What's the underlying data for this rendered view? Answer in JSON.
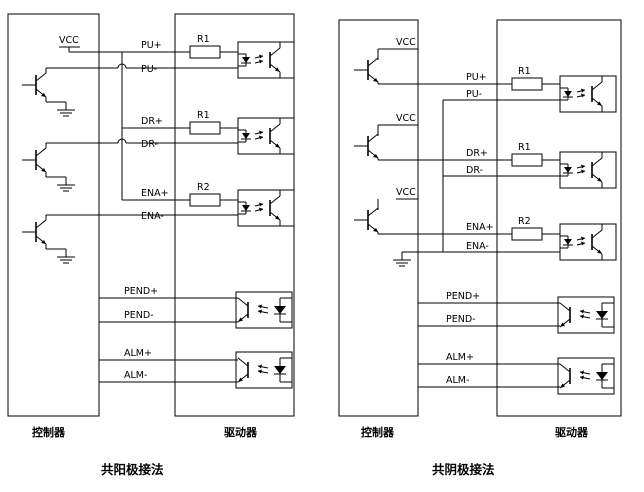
{
  "left_diagram": {
    "title": "共阳极接法",
    "controller_label": "控制器",
    "driver_label": "驱动器",
    "vcc": "VCC",
    "signals": [
      "PU+",
      "PU-",
      "DR+",
      "DR-",
      "ENA+",
      "ENA-",
      "PEND+",
      "PEND-",
      "ALM+",
      "ALM-"
    ],
    "resistors": [
      "R1",
      "R1",
      "R2"
    ]
  },
  "right_diagram": {
    "title": "共阴极接法",
    "controller_label": "控制器",
    "driver_label": "驱动器",
    "vcc": [
      "VCC",
      "VCC",
      "VCC"
    ],
    "signals": [
      "PU+",
      "PU-",
      "DR+",
      "DR-",
      "ENA+",
      "ENA-",
      "PEND+",
      "PEND-",
      "ALM+",
      "ALM-"
    ],
    "resistors": [
      "R1",
      "R1",
      "R2"
    ]
  }
}
